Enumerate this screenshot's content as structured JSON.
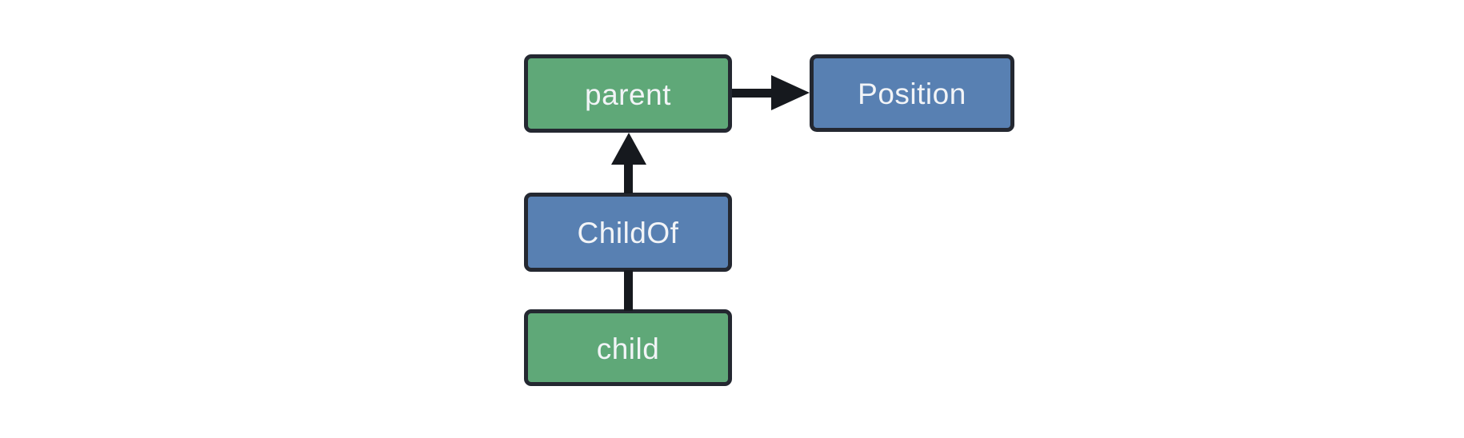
{
  "diagram": {
    "colors": {
      "background": "#FFFFFF",
      "entity_fill": "#5FA878",
      "component_fill": "#5880B2",
      "border": "#242831",
      "arrow": "#16191E",
      "text": "#F2F4F7"
    },
    "nodes": [
      {
        "id": "parent",
        "label": "parent",
        "fill": "#5FA878"
      },
      {
        "id": "Position",
        "label": "Position",
        "fill": "#5880B2"
      },
      {
        "id": "ChildOf",
        "label": "ChildOf",
        "fill": "#5880B2"
      },
      {
        "id": "child",
        "label": "child",
        "fill": "#5FA878"
      }
    ],
    "edges": [
      {
        "from": "parent",
        "to": "Position",
        "style": "arrow",
        "direction": "right"
      },
      {
        "from": "ChildOf",
        "to": "parent",
        "style": "arrow",
        "direction": "up"
      },
      {
        "from": "child",
        "to": "ChildOf",
        "style": "line",
        "direction": "up"
      }
    ]
  }
}
